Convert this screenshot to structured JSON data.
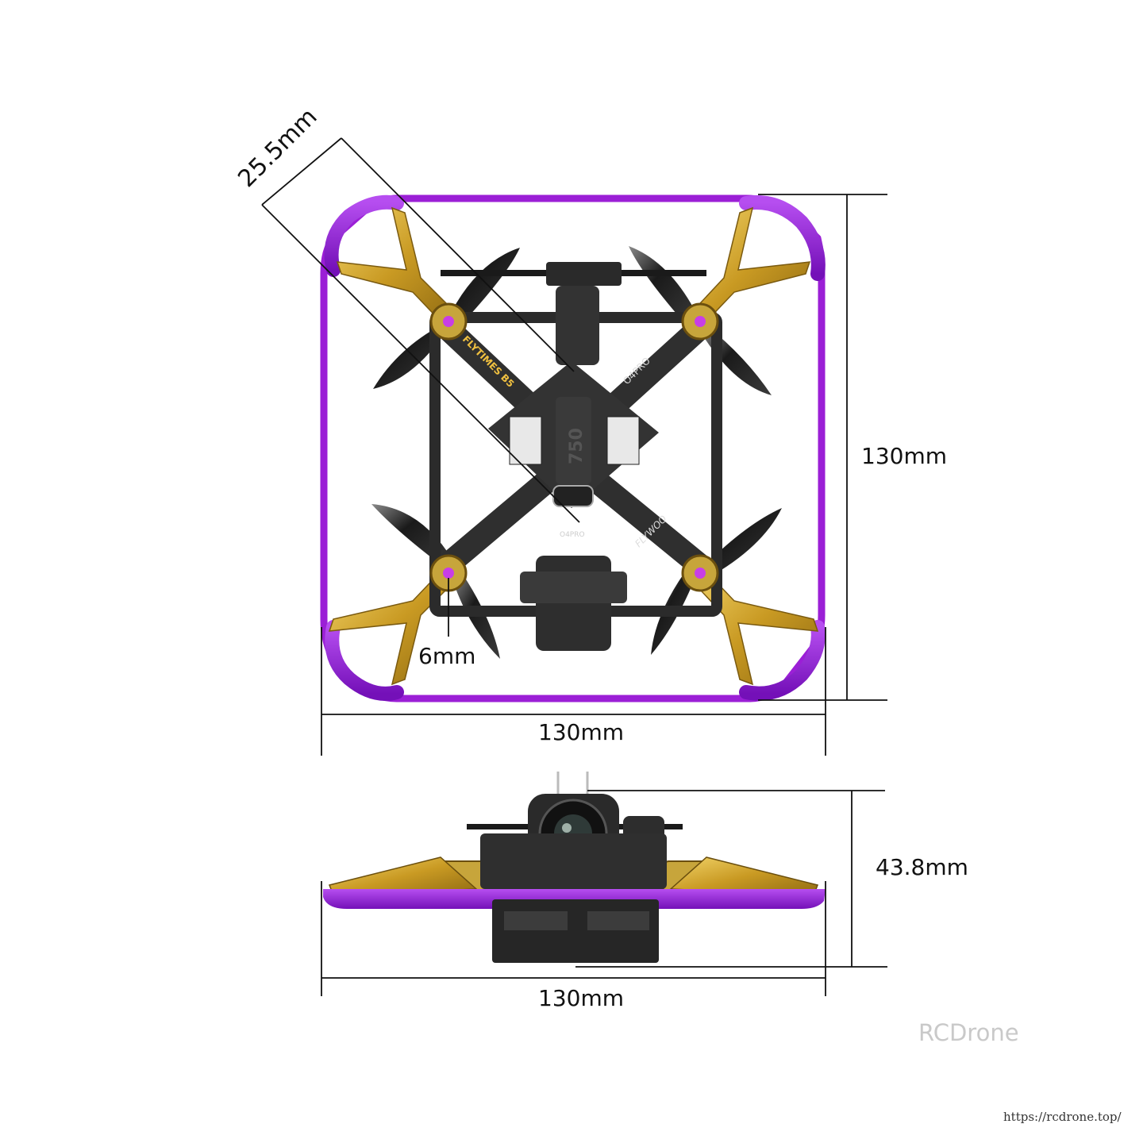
{
  "dimensions": {
    "prop_size": "25.5mm",
    "top_width": "130mm",
    "top_height": "130mm",
    "side_width": "130mm",
    "side_height": "43.8mm",
    "motor_mount": "6mm"
  },
  "frame_labels": {
    "arm_left_text": "FLYTIMES B5",
    "arm_right_text": "O4PRO",
    "center_plate_text": "750",
    "rear_left_text": "O4PRO",
    "rear_right_text": "FLYWOO"
  },
  "colors": {
    "guard": "#9b1fd6",
    "arm_gold": "#d8b13a",
    "frame_dark": "#2b2b2b",
    "prop": "#1c1c1c",
    "line": "#111111"
  },
  "branding": {
    "watermark": "RCDrone",
    "url": "https://rcdrone.top/"
  }
}
